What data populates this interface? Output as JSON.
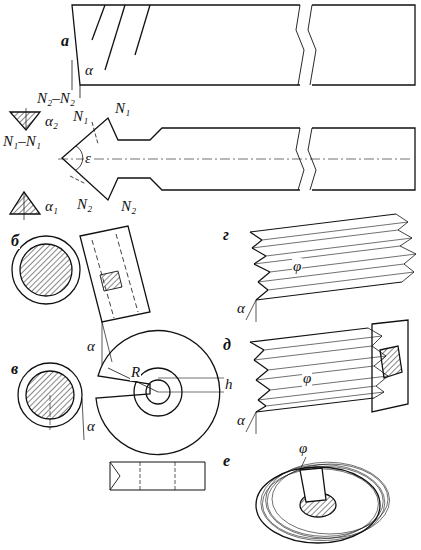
{
  "diagram": {
    "labels": [
      "а",
      "α",
      "N₂–N₂",
      "α₂",
      "N₁–N₁",
      "N₁",
      "N₁",
      "N₂",
      "N₂",
      "ε",
      "α₁",
      "б",
      "α",
      "в",
      "R",
      "h",
      "α",
      "г",
      "α",
      "φ",
      "д",
      "α",
      "φ",
      "е",
      "φ"
    ]
  }
}
